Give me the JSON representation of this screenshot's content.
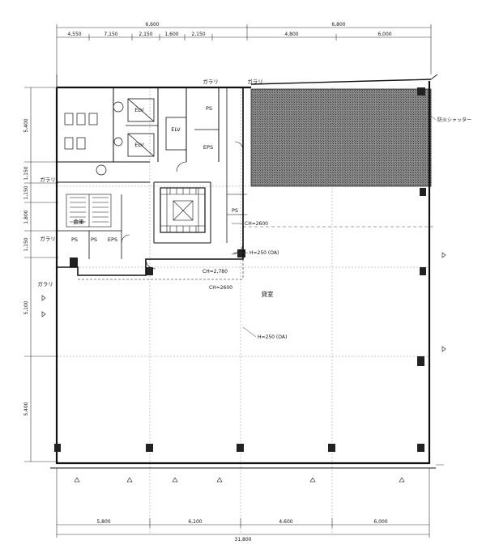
{
  "dimensions": {
    "top_bays": [
      "4,550",
      "7,150",
      "2,150",
      "1,600",
      "2,150",
      "4,800",
      "6,000"
    ],
    "top_pair": [
      "6,600",
      "6,800"
    ],
    "bottom_bays": [
      "5,800",
      "6,100",
      "4,600",
      "6,000"
    ],
    "bottom_total": "31,800",
    "left_side": [
      "5,400",
      "1,150",
      "1,150",
      "1,800",
      "1,150",
      "5,100",
      "5,400"
    ]
  },
  "rooms": {
    "elv_1": "ELV",
    "elv_2": "ELV",
    "elv_3": "ELV",
    "eps_1": "EPS",
    "eps_2": "EPS",
    "ps_1": "PS",
    "ps_2": "PS",
    "ps_3": "PS",
    "ps_4": "PS",
    "office": "貸室",
    "storage": "倉庫",
    "garari_1": "ガラリ",
    "garari_2": "ガラリ",
    "garari_3": "ガラリ",
    "garari_4": "ガラリ",
    "garari_5": "ガラリ"
  },
  "notes": {
    "ch_2600_a": "CH=2600",
    "ch_2600_b": "CH=2600",
    "ch_2780": "CH=2,780",
    "h250_a": "H=250 (OA)",
    "h250_b": "H=250 (OA)",
    "fire_shutter": "防火シャッター"
  }
}
